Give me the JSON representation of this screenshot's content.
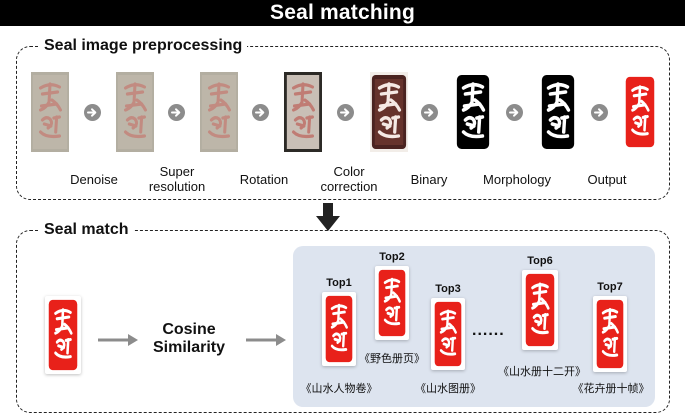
{
  "title": "Seal matching",
  "preprocessing": {
    "title": "Seal image preprocessing",
    "steps": [
      {
        "label": "Denoise",
        "variant": "raw"
      },
      {
        "label": "Super resolution",
        "variant": "raw"
      },
      {
        "label": "Rotation",
        "variant": "raw"
      },
      {
        "label": "Color correction",
        "variant": "dark-edges"
      },
      {
        "label": "Binary",
        "variant": "dark"
      },
      {
        "label": "Morphology",
        "variant": "binary"
      },
      {
        "label": "Output",
        "variant": "binary"
      }
    ],
    "final_output": {
      "variant": "red"
    }
  },
  "match": {
    "title": "Seal match",
    "cosine_label": "Cosine Similarity",
    "ellipsis": "......",
    "results": [
      {
        "rank": "Top1",
        "book": "《山水人物卷》"
      },
      {
        "rank": "Top2",
        "book": "《野色册页》"
      },
      {
        "rank": "Top3",
        "book": "《山水图册》"
      },
      {
        "rank": "Top6",
        "book": "《山水册十二开》"
      },
      {
        "rank": "Top7",
        "book": "《花卉册十帧》"
      }
    ]
  },
  "colors": {
    "seal_red": "#e8211a",
    "panel_bg": "#dde4ef",
    "arrow_grey": "#8c8c8c"
  }
}
